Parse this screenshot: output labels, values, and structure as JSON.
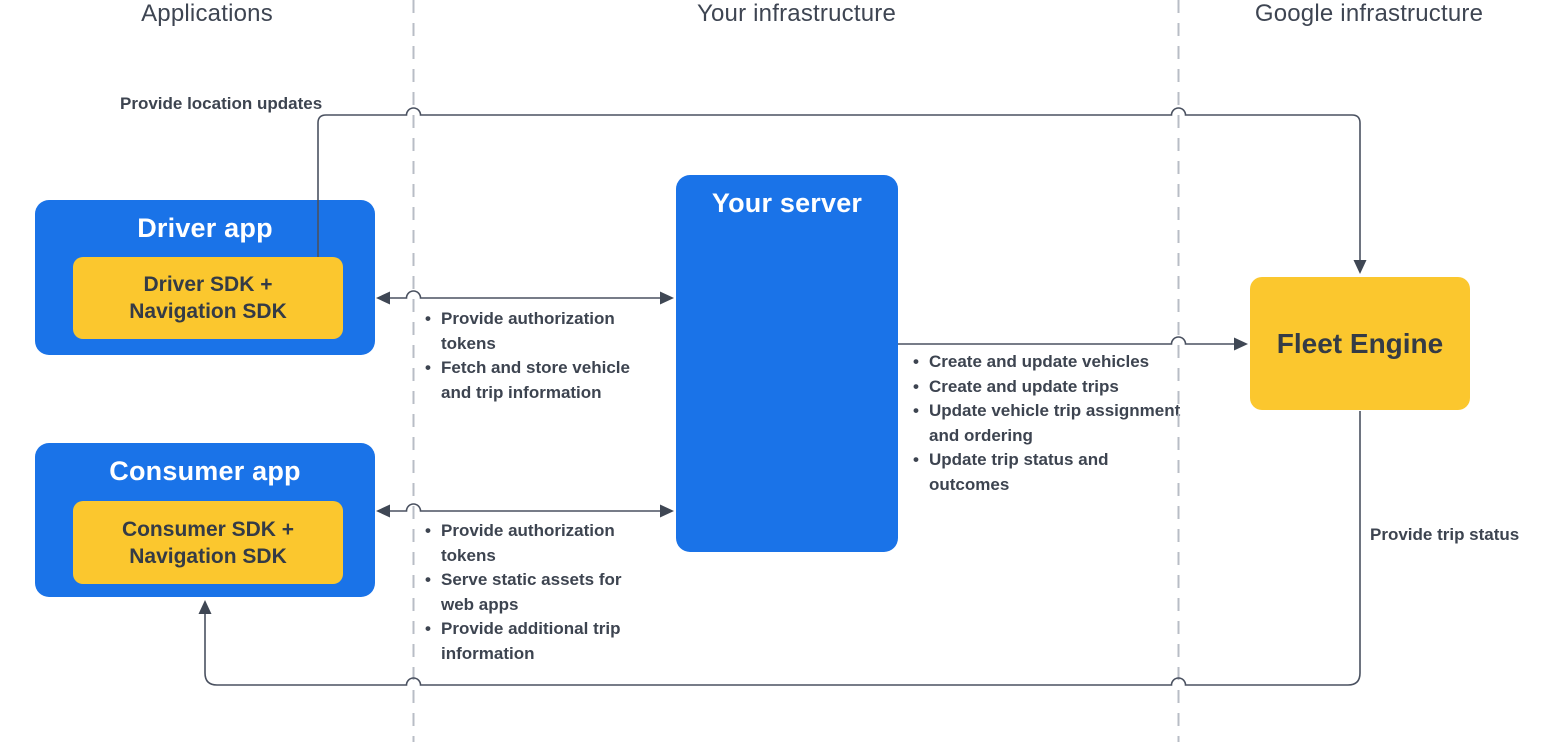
{
  "colors": {
    "box_blue": "#1a73e8",
    "box_yellow": "#fbc72e",
    "connector_line": "#4a5160",
    "divider_dashed": "#b8bdc6",
    "heading_text": "#3e4552",
    "body_text": "#3d4450",
    "title_on_blue": "#ffffff",
    "title_on_yellow": "#343b46"
  },
  "column_headers": [
    {
      "label": "Applications"
    },
    {
      "label": "Your infrastructure"
    },
    {
      "label": "Google infrastructure"
    }
  ],
  "nodes": {
    "driver_app": {
      "title": "Driver app",
      "sdk": "Driver SDK + Navigation SDK"
    },
    "consumer_app": {
      "title": "Consumer app",
      "sdk": "Consumer SDK + Navigation SDK"
    },
    "your_server": {
      "title": "Your server"
    },
    "fleet_engine": {
      "title": "Fleet Engine"
    }
  },
  "edges": {
    "location_updates": {
      "label": "Provide location updates"
    },
    "trip_status": {
      "label": "Provide trip status"
    },
    "driver_server": {
      "bullets": [
        "Provide authorization tokens",
        "Fetch and store vehicle and trip information"
      ]
    },
    "server_fleet": {
      "bullets": [
        "Create and update vehicles",
        "Create and update trips",
        "Update vehicle trip assignment and ordering",
        "Update trip status and outcomes"
      ]
    },
    "consumer_server": {
      "bullets": [
        "Provide authorization tokens",
        "Serve static assets for web apps",
        "Provide additional trip information"
      ]
    }
  }
}
